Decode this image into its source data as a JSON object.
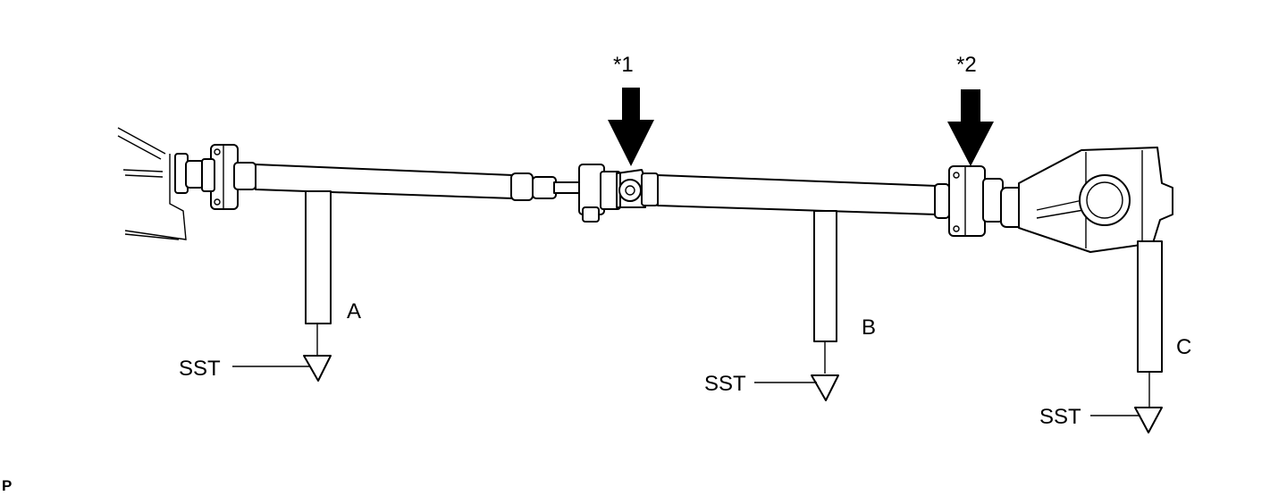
{
  "callouts": {
    "mark1": "*1",
    "mark2": "*2"
  },
  "measure_points": {
    "a": "A",
    "b": "B",
    "c": "C"
  },
  "tool_labels": {
    "sst_a": "SST",
    "sst_b": "SST",
    "sst_c": "SST"
  },
  "corner_label": "P"
}
